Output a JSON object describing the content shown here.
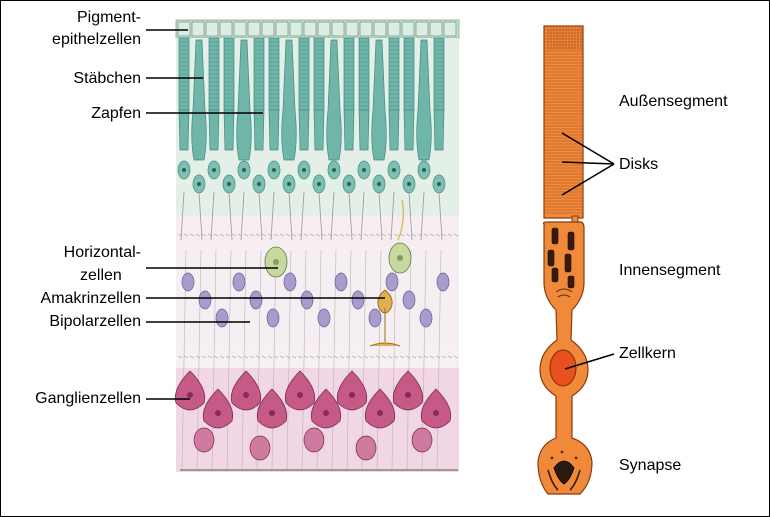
{
  "left_labels": {
    "pigment_line1": "Pigment-",
    "pigment_line2": "epithelzellen",
    "rods": "Stäbchen",
    "cones": "Zapfen",
    "horizontal_line1": "Horizontal-",
    "horizontal_line2": "zellen",
    "amacrine": "Amakrinzellen",
    "bipolar": "Bipolarzellen",
    "ganglion": "Ganglienzellen"
  },
  "right_labels": {
    "outer_segment": "Außensegment",
    "disks": "Disks",
    "inner_segment": "Innensegment",
    "nucleus": "Zellkern",
    "synapse": "Synapse"
  },
  "colors": {
    "pigment_epithelium": "#c7e3d4",
    "photoreceptor": "#6fb5a8",
    "photoreceptor_dark": "#3f8c80",
    "outer_plexiform": "#f2e0e6",
    "horizontal_cell": "#c6d9a0",
    "amacrine_cell": "#e0b050",
    "bipolar_cell": "#a99ccc",
    "ganglion_cell": "#c45a85",
    "ganglion_bg": "#f1d6e4",
    "rod_fill": "#f08a3a",
    "rod_outline": "#8a3a10",
    "nucleus_fill": "#e8501e"
  }
}
